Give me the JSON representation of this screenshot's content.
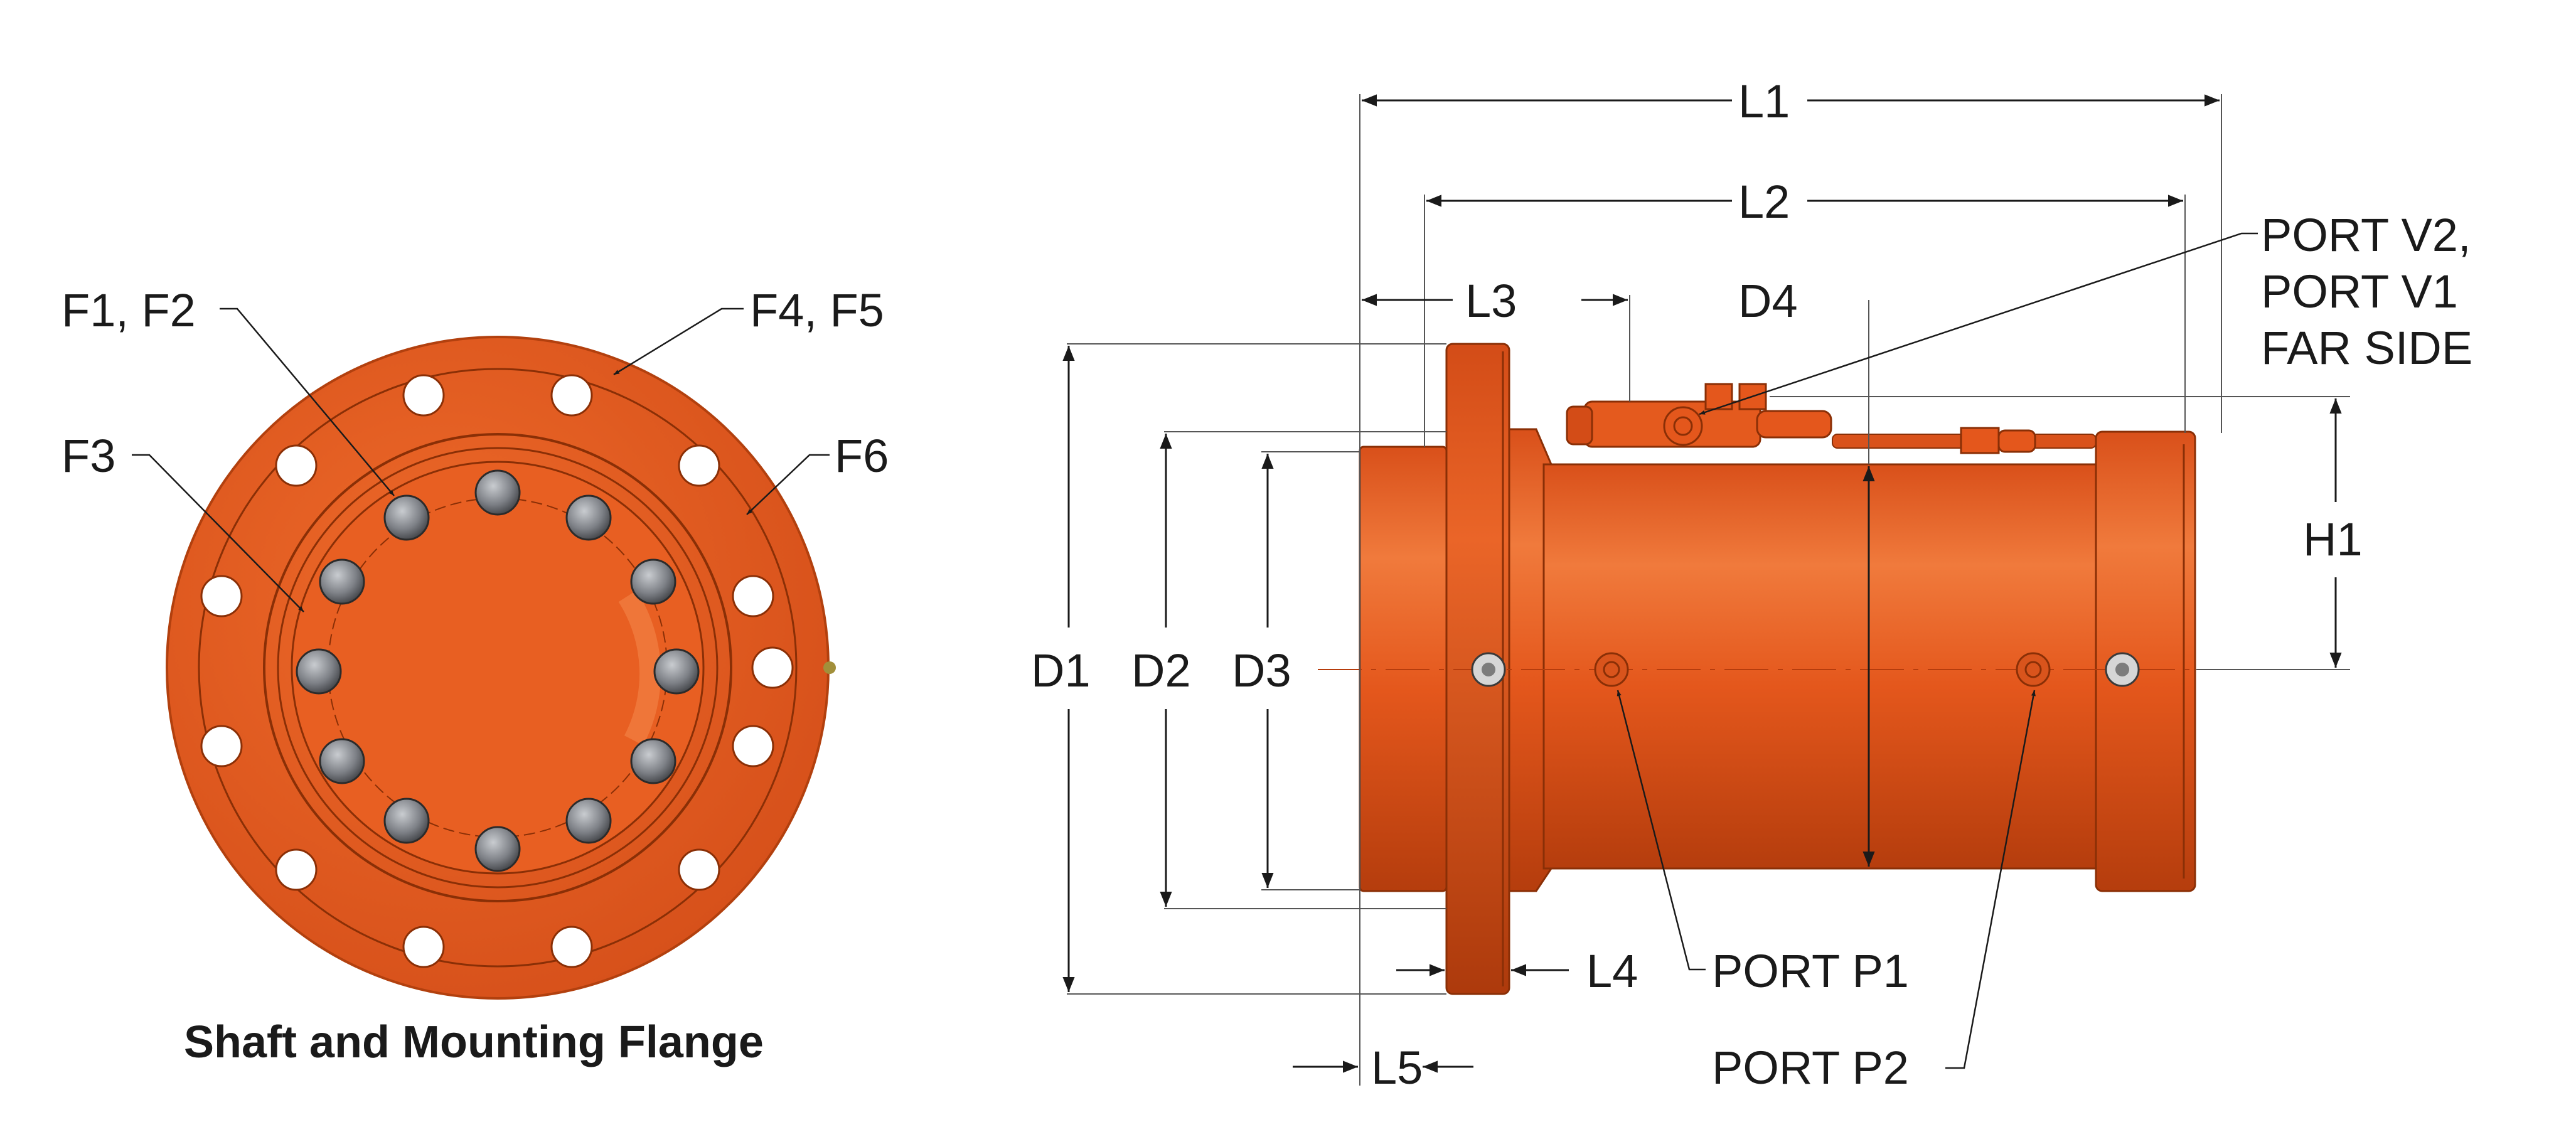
{
  "labels": {
    "front_title": "Shaft and Mounting Flange",
    "f1f2": "F1, F2",
    "f4f5": "F4, F5",
    "f3": "F3",
    "f6": "F6",
    "l1": "L1",
    "l2": "L2",
    "l3": "L3",
    "l4": "L4",
    "l5": "L5",
    "d1": "D1",
    "d2": "D2",
    "d3": "D3",
    "d4": "D4",
    "h1": "H1",
    "port_v_line1": "PORT V2,",
    "port_v_line2": "PORT V1",
    "port_v_line3": "FAR SIDE",
    "port_p1": "PORT P1",
    "port_p2": "PORT P2"
  },
  "colors": {
    "body_orange": "#e4571c",
    "body_shadow": "#c2430f",
    "body_highlight": "#f07a3c",
    "bolt_gray": "#8e9196",
    "line": "#1a1a1a"
  }
}
